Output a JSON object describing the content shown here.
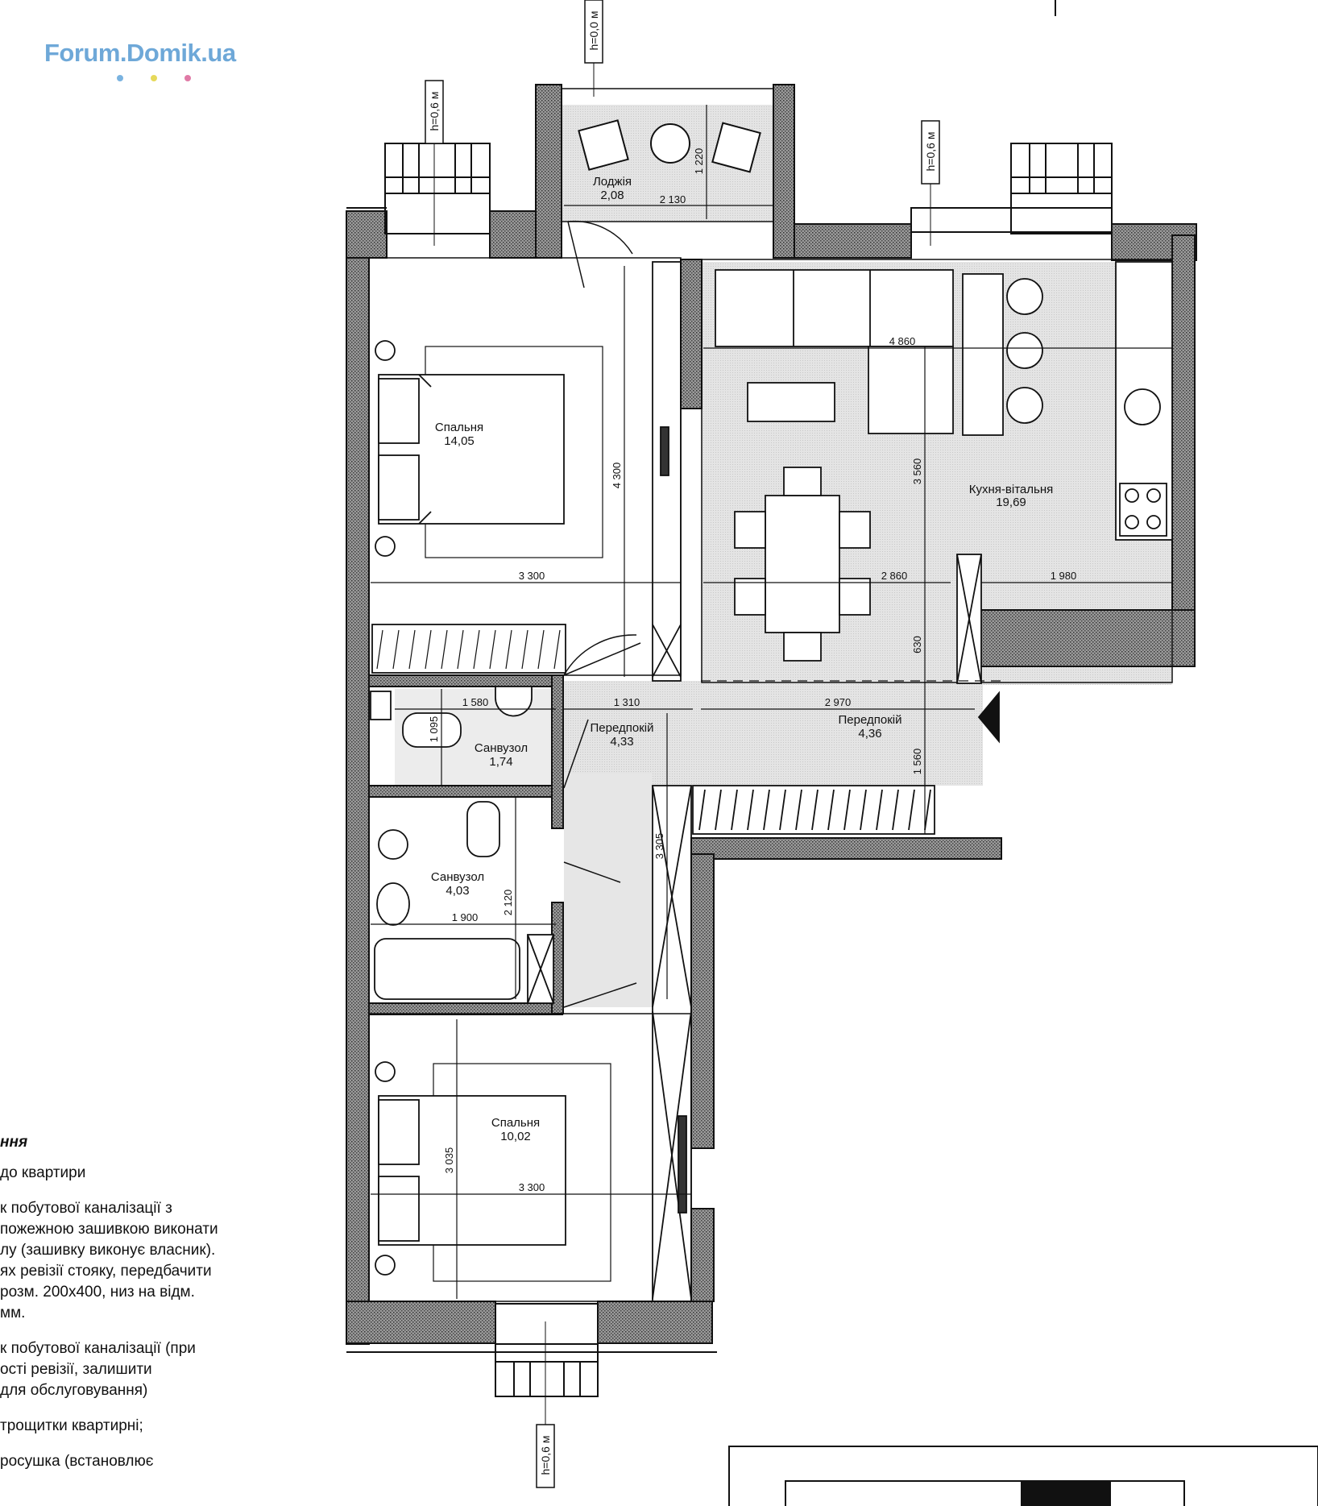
{
  "watermark": {
    "text": "Forum.Domik.ua",
    "dot_colors": [
      "#7ab3e0",
      "#e6d95a",
      "#e07aa6"
    ]
  },
  "rooms": [
    {
      "key": "bedroom1",
      "name": "Спальня",
      "area": "14,05"
    },
    {
      "key": "loggia",
      "name": "Лоджія",
      "area": "2,08"
    },
    {
      "key": "kitchen",
      "name": "Кухня-вітальня",
      "area": "19,69"
    },
    {
      "key": "hall1",
      "name": "Передпокій",
      "area": "4,33"
    },
    {
      "key": "hall2",
      "name": "Передпокій",
      "area": "4,36"
    },
    {
      "key": "bath1",
      "name": "Санвузол",
      "area": "1,74"
    },
    {
      "key": "bath2",
      "name": "Санвузол",
      "area": "4,03"
    },
    {
      "key": "bedroom2",
      "name": "Спальня",
      "area": "10,02"
    }
  ],
  "dimensions": [
    "2 130",
    "1 220",
    "4 860",
    "4 300",
    "3 300",
    "2 860",
    "1 980",
    "3 560",
    "630",
    "1 580",
    "1 310",
    "2 970",
    "1 095",
    "1 560",
    "3 305",
    "2 120",
    "1 900",
    "3 035",
    "3 300"
  ],
  "heights": [
    "h=0,0 м",
    "h=0,6 м",
    "h=0,6 м",
    "h=0,6 м"
  ],
  "notes": {
    "title": "ння",
    "lines": [
      "до квартири",
      "к побутової каналізації з\nпожежною зашивкою виконати\nлу (зашивку виконує власник).\nях ревізії стояку, передбачити\nрозм. 200х400, низ на відм.\nмм.",
      "к побутової каналізації (при\nості ревізії, залишити\n для обслуговування)",
      "трощитки квартирні;",
      "росушка (встановлює"
    ]
  },
  "colors": {
    "wall_hatch": "#555555",
    "floor_light": "#e3e3e3",
    "floor_dark": "#cfcfcf",
    "line": "#111111",
    "logo": "#6ea8d8"
  }
}
